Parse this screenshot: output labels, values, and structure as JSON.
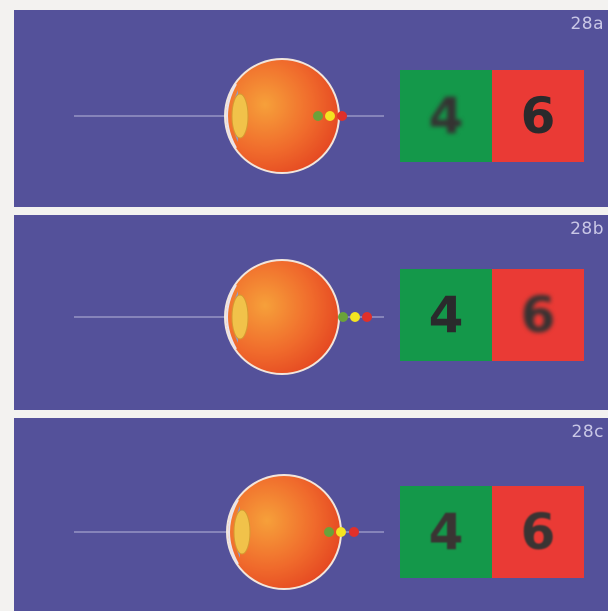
{
  "panels": [
    {
      "label": "28a",
      "digit_left": "4",
      "digit_right": "6"
    },
    {
      "label": "28b",
      "digit_left": "4",
      "digit_right": "6"
    },
    {
      "label": "28c",
      "digit_left": "4",
      "digit_right": "6"
    }
  ],
  "colors": {
    "background": "#54519a",
    "chart_green": "#14984a",
    "chart_red": "#ea3a35",
    "focus_green": "#6aa23a",
    "focus_yellow": "#f4e421",
    "focus_red": "#e0302a"
  }
}
